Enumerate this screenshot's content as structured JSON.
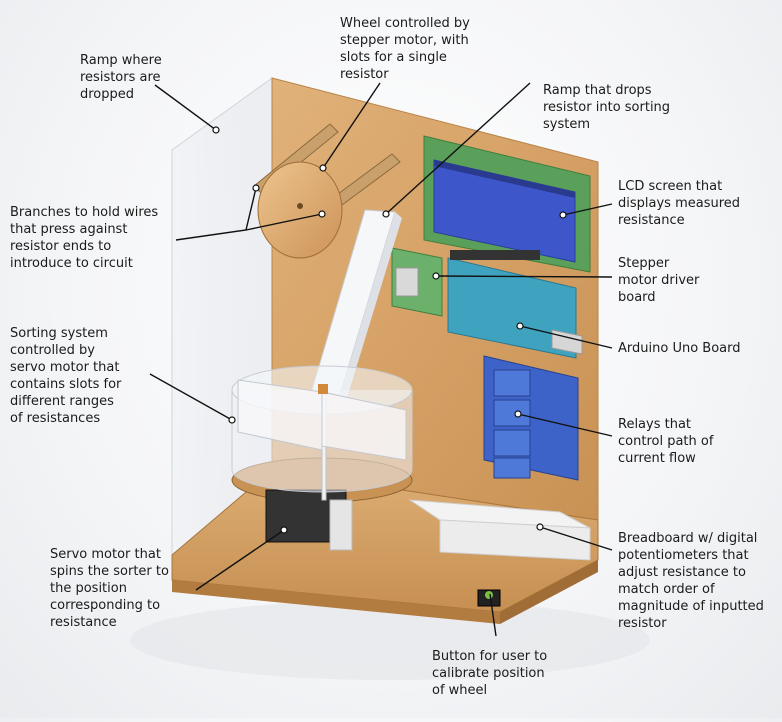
{
  "labels": {
    "ramp_dropped": [
      "Ramp where",
      "resistors are",
      "dropped"
    ],
    "wheel": [
      "Wheel controlled by",
      "stepper motor, with",
      "slots for a single",
      "resistor"
    ],
    "ramp_sorting": [
      "Ramp that drops",
      "resistor into sorting",
      "system"
    ],
    "lcd": [
      "LCD screen that",
      "displays measured",
      "resistance"
    ],
    "branches": [
      "Branches to hold wires",
      "that press against",
      "resistor ends to",
      "introduce to circuit"
    ],
    "stepper_driver": [
      "Stepper",
      "motor driver",
      "board"
    ],
    "arduino": [
      "Arduino Uno Board"
    ],
    "sorting": [
      "Sorting system",
      "controlled by",
      "servo motor that",
      "contains slots for",
      "different ranges",
      "of resistances"
    ],
    "relays": [
      "Relays that",
      "control path of",
      "current flow"
    ],
    "servo": [
      "Servo motor that",
      "spins the sorter to",
      "the position",
      "corresponding to",
      "resistance"
    ],
    "breadboard": [
      "Breadboard w/ digital",
      "potentiometers that",
      "adjust resistance to",
      "match order of",
      "magnitude of inputted",
      "resistor"
    ],
    "button": [
      "Button for user to",
      "calibrate position",
      "of wheel"
    ]
  },
  "colors": {
    "wood": "#d8a56a",
    "wood_dark": "#b98448",
    "pcb_green": "#5aa05a",
    "lcd_blue": "#3d56c9",
    "arduino_teal": "#3fa3bf",
    "relay_blue": "#3e63c8",
    "acrylic": "#e6e9ee"
  }
}
